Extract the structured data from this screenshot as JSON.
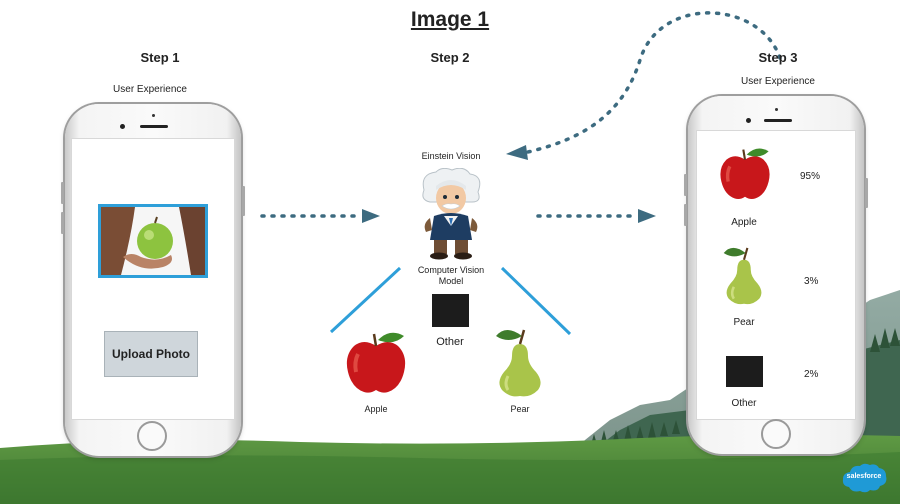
{
  "title": "Image 1",
  "step1": {
    "label": "Step 1",
    "sublabel": "User Experience",
    "button": "Upload Photo"
  },
  "step2": {
    "label": "Step 2",
    "service": "Einstein Vision",
    "model_line1": "Computer Vision",
    "model_line2": "Model",
    "classes": {
      "apple": "Apple",
      "pear": "Pear",
      "other": "Other"
    }
  },
  "step3": {
    "label": "Step 3",
    "sublabel": "User Experience",
    "results": [
      {
        "label": "Apple",
        "score": "95%"
      },
      {
        "label": "Pear",
        "score": "3%"
      },
      {
        "label": "Other",
        "score": "2%"
      }
    ]
  },
  "brand": "salesforce",
  "colors": {
    "accent_blue": "#2e9fd9",
    "arrow": "#3d6b80",
    "grass": "#4f8a3a",
    "apple_red": "#c8171b",
    "pear_green": "#a9c44a"
  }
}
